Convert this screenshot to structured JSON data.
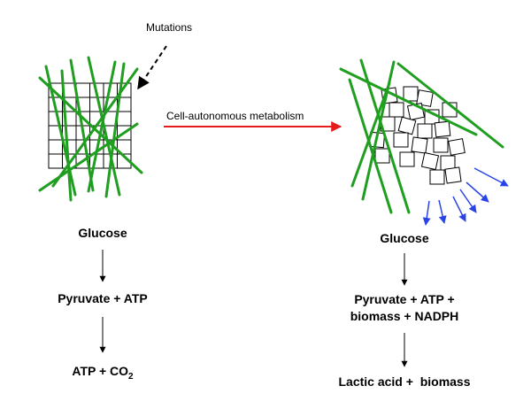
{
  "labels": {
    "mutations": "Mutations",
    "process": "Cell-autonomous metabolism"
  },
  "left_pathway": {
    "step1": "Glucose",
    "step2": "Pyruvate + ATP",
    "step3_main": "ATP + CO",
    "step3_sub": "2"
  },
  "right_pathway": {
    "step1": "Glucose",
    "step2_line1": "Pyruvate + ATP +",
    "step2_line2": "biomass + NADPH",
    "step3": "Lactic acid +  biomass"
  },
  "colors": {
    "fiber": "#1f9e1f",
    "process_arrow": "#e61b1b",
    "secretion_arrow": "#2a43e8",
    "grid": "#000000"
  }
}
